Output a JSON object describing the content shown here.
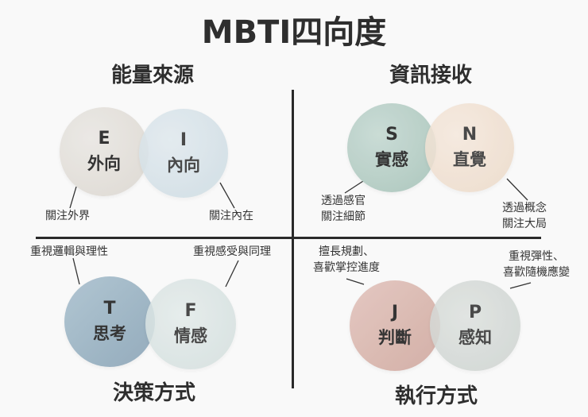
{
  "title": "MBTI四向度",
  "colors": {
    "background": "#f9f9f9",
    "text": "#2b2b2b",
    "divider": "#2a2a2a",
    "E": "#e3e0dc",
    "I": "#d5e1e7",
    "S": "#b9d0c8",
    "N": "#f0e0d2",
    "T": "#9fb6c5",
    "F": "#d8e3e2",
    "J": "#dcb9b1",
    "P": "#d3d8d5"
  },
  "quadrants": {
    "energy": {
      "title": "能量來源",
      "left": {
        "letter": "E",
        "label": "外向",
        "note": "關注外界"
      },
      "right": {
        "letter": "I",
        "label": "內向",
        "note": "關注內在"
      }
    },
    "information": {
      "title": "資訊接收",
      "left": {
        "letter": "S",
        "label": "實感",
        "note_line1": "透過感官",
        "note_line2": "關注細節"
      },
      "right": {
        "letter": "N",
        "label": "直覺",
        "note_line1": "透過概念",
        "note_line2": "關注大局"
      }
    },
    "decision": {
      "title": "決策方式",
      "left": {
        "letter": "T",
        "label": "思考",
        "note": "重視邏輯與理性"
      },
      "right": {
        "letter": "F",
        "label": "情感",
        "note": "重視感受與同理"
      }
    },
    "lifestyle": {
      "title": "執行方式",
      "left": {
        "letter": "J",
        "label": "判斷",
        "note_line1": "擅長規劃、",
        "note_line2": "喜歡掌控進度"
      },
      "right": {
        "letter": "P",
        "label": "感知",
        "note_line1": "重視彈性、",
        "note_line2": "喜歡隨機應變"
      }
    }
  }
}
